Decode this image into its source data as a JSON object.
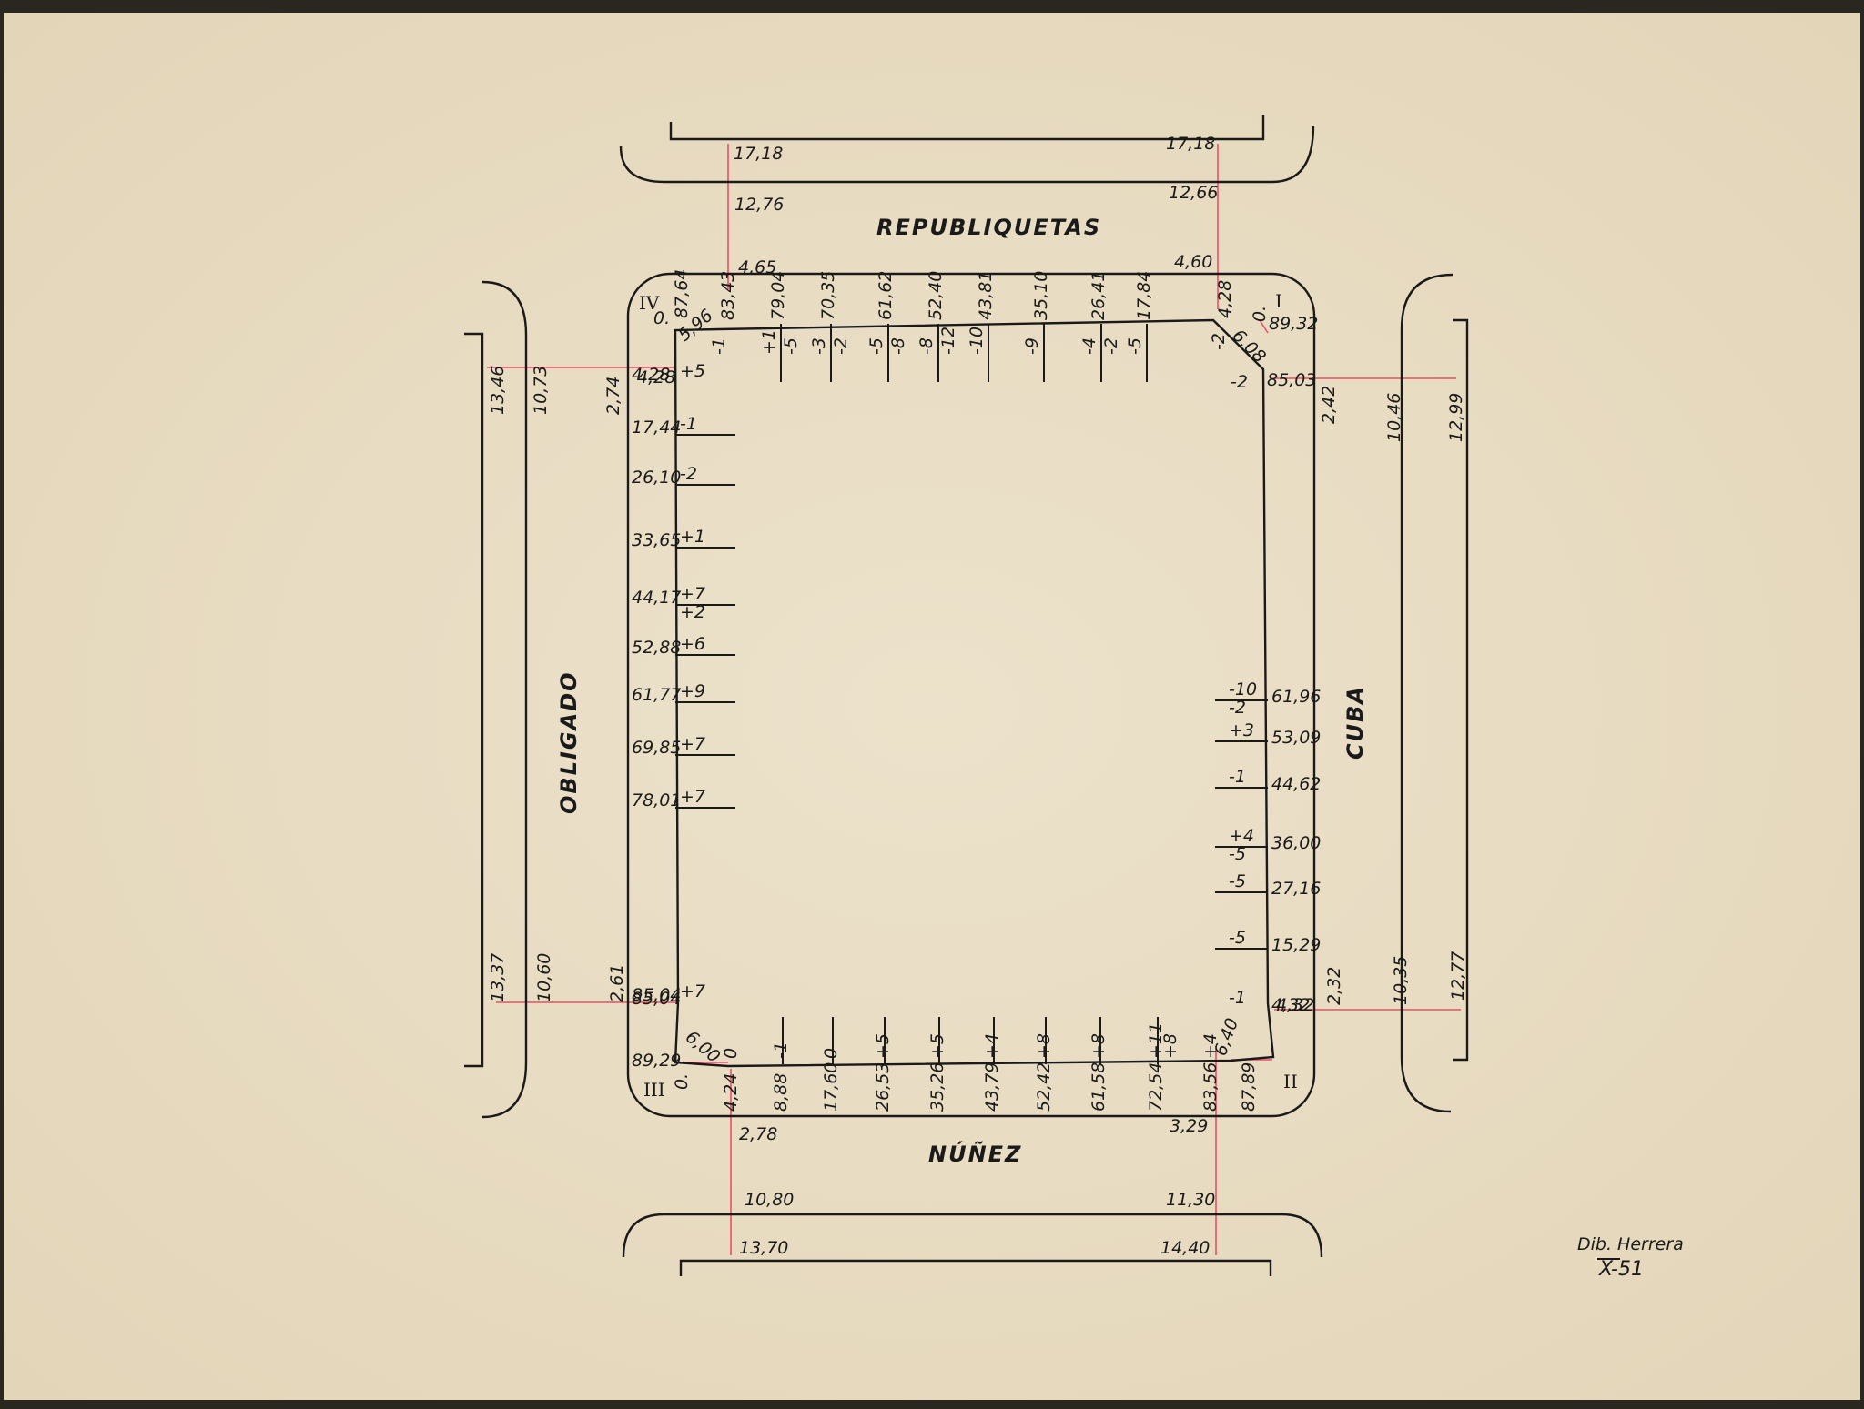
{
  "streets": {
    "north": "REPUBLIQUETAS",
    "west": "OBLIGADO",
    "east": "CUBA",
    "south": "NÚÑEZ"
  },
  "corners": {
    "c1": "I",
    "c2": "II",
    "c3": "III",
    "c4": "IV"
  },
  "signature": {
    "line1": "Dib. Herrera",
    "line2": "X-51"
  },
  "north_widths": {
    "a_top": "17,18",
    "a_bot": "12,76",
    "b_top": "17,18",
    "b_bot": "12,66",
    "a_in": "4,65",
    "b_in": "4,60"
  },
  "south_widths": {
    "a_in": "2,78",
    "b_in": "3,29",
    "a_mid": "10,80",
    "b_mid": "11,30",
    "a_bot": "13,70",
    "b_bot": "14,40"
  },
  "west_widths": {
    "n_outer": "13,46",
    "n_mid": "10,73",
    "n_in": "2,74",
    "s_outer": "13,37",
    "s_mid": "10,60",
    "s_in": "2,61"
  },
  "east_widths": {
    "n_in": "2,42",
    "n_mid": "10,46",
    "n_outer": "12,99",
    "s_in": "2,32",
    "s_mid": "10,35",
    "s_outer": "12,77"
  },
  "corner_values": {
    "nw_a": "0.",
    "nw_b": "87,64",
    "nw_c": "5,96",
    "nw_d": "4,28",
    "ne_a": "0.",
    "ne_b": "89,32",
    "ne_c": "6,08",
    "ne_d": "4,28",
    "ne_e": "85,03",
    "sw_a": "85,04",
    "sw_b": "89,29",
    "sw_c": "6,00",
    "sw_d": "0.",
    "se_a": "87,89",
    "se_b": "6,40",
    "se_c": "4,32"
  },
  "north_stations": [
    {
      "pos": "83,43",
      "diff": "-1",
      "diff2": ""
    },
    {
      "pos": "79,04",
      "diff": "+1",
      "diff2": "-5"
    },
    {
      "pos": "70,35",
      "diff": "-3",
      "diff2": "-2"
    },
    {
      "pos": "61,62",
      "diff": "-5",
      "diff2": "-8"
    },
    {
      "pos": "52,40",
      "diff": "-8",
      "diff2": "-12"
    },
    {
      "pos": "43,81",
      "diff": "-10",
      "diff2": ""
    },
    {
      "pos": "35,10",
      "diff": "-9",
      "diff2": ""
    },
    {
      "pos": "26,41",
      "diff": "-4",
      "diff2": "-2"
    },
    {
      "pos": "17,84",
      "diff": "-5",
      "diff2": ""
    }
  ],
  "north_extra": {
    "ne_diff": "-2",
    "ne_diff2": "-2"
  },
  "west_stations": [
    {
      "pos": "4,28",
      "diff": "+5",
      "diff2": ""
    },
    {
      "pos": "17,44",
      "diff": "-1",
      "diff2": ""
    },
    {
      "pos": "26,10",
      "diff": "-2",
      "diff2": ""
    },
    {
      "pos": "33,65",
      "diff": "+1",
      "diff2": ""
    },
    {
      "pos": "44,17",
      "diff": "+7",
      "diff2": "+2"
    },
    {
      "pos": "52,88",
      "diff": "+6",
      "diff2": ""
    },
    {
      "pos": "61,77",
      "diff": "+9",
      "diff2": ""
    },
    {
      "pos": "69,85",
      "diff": "+7",
      "diff2": ""
    },
    {
      "pos": "78,01",
      "diff": "+7",
      "diff2": ""
    },
    {
      "pos": "85,04",
      "diff": "+7",
      "diff2": ""
    }
  ],
  "east_stations": [
    {
      "pos": "61,96",
      "diff": "-10",
      "diff2": "-2"
    },
    {
      "pos": "53,09",
      "diff": "+3",
      "diff2": ""
    },
    {
      "pos": "44,62",
      "diff": "-1",
      "diff2": ""
    },
    {
      "pos": "36,00",
      "diff": "+4",
      "diff2": "-5"
    },
    {
      "pos": "27,16",
      "diff": "-5",
      "diff2": ""
    },
    {
      "pos": "15,29",
      "diff": "-5",
      "diff2": ""
    },
    {
      "pos": "4,32",
      "diff": "-1",
      "diff2": ""
    }
  ],
  "south_stations": [
    {
      "pos": "4,24",
      "diff": "0",
      "diff2": ""
    },
    {
      "pos": "8,88",
      "diff": "-1",
      "diff2": ""
    },
    {
      "pos": "17,60",
      "diff": "0",
      "diff2": ""
    },
    {
      "pos": "26,53",
      "diff": "+5",
      "diff2": ""
    },
    {
      "pos": "35,26",
      "diff": "+5",
      "diff2": ""
    },
    {
      "pos": "43,79",
      "diff": "+4",
      "diff2": ""
    },
    {
      "pos": "52,42",
      "diff": "+8",
      "diff2": ""
    },
    {
      "pos": "61,58",
      "diff": "+8",
      "diff2": ""
    },
    {
      "pos": "72,54",
      "diff": "+11",
      "diff2": "+8"
    },
    {
      "pos": "83,56",
      "diff": "+4",
      "diff2": ""
    }
  ],
  "colors": {
    "paper": "#eadfc6",
    "ink": "#1a1a1a",
    "red": "#e8506a"
  }
}
